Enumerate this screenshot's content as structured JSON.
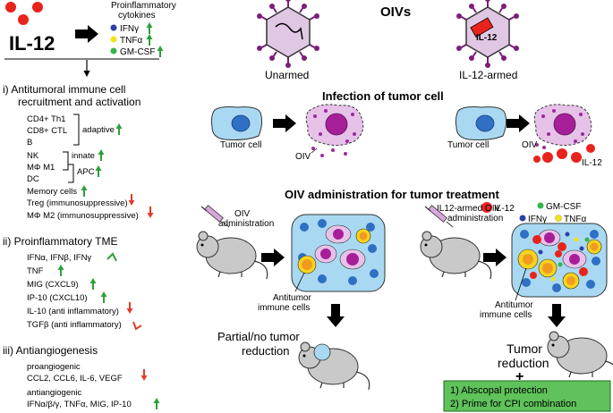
{
  "left": {
    "il12_label": "IL-12",
    "cytokines_title": "Proinflammatory",
    "cytokines_title2": "cytokines",
    "cytokines": [
      {
        "label": "IFNγ",
        "dot_color": "#2b3fa8"
      },
      {
        "label": "TNFα",
        "dot_color": "#f2e21a"
      },
      {
        "label": "GM-CSF",
        "dot_color": "#34b44a"
      }
    ],
    "section1": {
      "title1": "i)  Antitumoral immune cell",
      "title2": "recruitment and activation",
      "cells": [
        "CD4+ Th1",
        "CD8+ CTL",
        "B",
        "NK",
        "MΦ M1",
        "DC",
        "Memory cells",
        "Treg (immunosuppressive)",
        "MΦ M2 (immunosuppressive)"
      ],
      "adaptive": "adaptive",
      "innate": "innate",
      "apc": "APC"
    },
    "section2": {
      "title": "ii)  Proinflammatory TME",
      "items": [
        "IFNα, IFNβ, IFNγ",
        "TNF",
        "MIG (CXCL9)",
        "IP-10 (CXCL10)",
        "IL-10 (anti inflammatory)",
        "TGFβ (anti inflammatory)"
      ]
    },
    "section3": {
      "title": "iii)  Antiangiogenesis",
      "pro_label": "proangiogenic",
      "pro_items": "CCL2, CCL6, IL-6, VEGF",
      "anti_label": "antiangiogenic",
      "anti_items": "IFNα/β/γ, TNFα, MIG, IP-10"
    }
  },
  "right": {
    "oivs_title": "OIVs",
    "unarmed_label": "Unarmed",
    "armed_label": "IL-12-armed",
    "armed_inner_label": "IL-12",
    "infection_title": "Infection of tumor cell",
    "tumor_cell_label": "Tumor cell",
    "oiv_label": "OIV",
    "il12_label": "IL-12",
    "administration_title": "OIV administration for tumor treatment",
    "oiv_admin_label1": "OIV",
    "oiv_admin_label2": "administration",
    "armed_admin_label1": "IL12-armed OIV",
    "armed_admin_label2": "administration",
    "antitumor_label1": "Antitumor",
    "antitumor_label2": "immune cells",
    "legend": [
      {
        "label": "IL-12",
        "dot_color": "#e8231c"
      },
      {
        "label": "GM-CSF",
        "dot_color": "#34b44a"
      },
      {
        "label": "IFNγ",
        "dot_color": "#2b3fa8"
      },
      {
        "label": "TNFα",
        "dot_color": "#f2e21a"
      }
    ],
    "partial_label1": "Partial/no tumor",
    "partial_label2": "reduction",
    "tumor_reduction1": "Tumor",
    "tumor_reduction2": "reduction",
    "plus": "+",
    "benefit1": "1) Abscopal protection",
    "benefit2": "2) Prime for CPI combination"
  },
  "colors": {
    "up_arrow": "#2ea03a",
    "down_arrow": "#e23b2b",
    "tumor_cell": "#a9d9f2",
    "nucleus": "#2f6fc4",
    "infected_cell": "#e6c1e8",
    "virus_dot": "#9b2a9b",
    "il12_red": "#e8231c",
    "immune_orange": "#f29a1f",
    "immune_yellow": "#f6d41a",
    "benefit_box": "#5fc25a"
  }
}
